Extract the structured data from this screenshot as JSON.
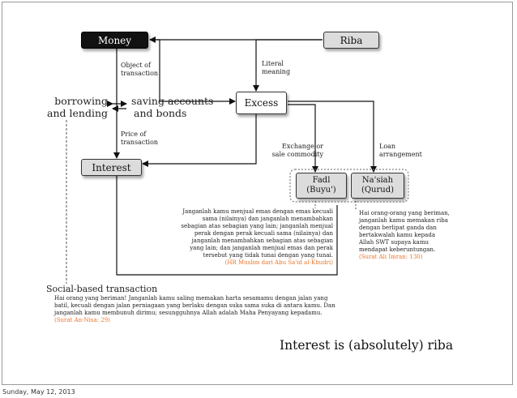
{
  "nodes": {
    "money": "Money",
    "riba": "Riba",
    "excess": "Excess",
    "interest": "Interest",
    "fadl_line1": "Fadl",
    "fadl_line2": "(Buyu')",
    "nasiah_line1": "Na'siah",
    "nasiah_line2": "(Qurud)"
  },
  "labels": {
    "object_line1": "Object of",
    "object_line2": "transaction",
    "literal_line1": "Literal",
    "literal_line2": "meaning",
    "price_line1": "Price of",
    "price_line2": "transaction",
    "exchange_line1": "Exchange or",
    "exchange_line2": "sale commodity",
    "loan_line1": "Loan",
    "loan_line2": "arrangement",
    "borrowing_line1": "borrowing",
    "borrowing_line2": "and lending",
    "saving_line1": "saving accounts",
    "saving_line2": "and bonds",
    "social": "Social-based transaction"
  },
  "quotes": {
    "fadl": {
      "lines": [
        "Janganlah kamu menjual emas dengan emas kecuali",
        "sama (nilainya) dan janganlah menambahkan",
        "sebagian atas sebagian yang lain; janganlah menjual",
        "perak dengan perak kecuali sama (nilainya) dan",
        "janganlah menambahkan sebagian atas sebagian",
        "yang lain; dan janganlah menjual emas dan perak",
        "tersebut yang tidak tunai dengan yang tunai."
      ],
      "source": "(HR Muslim dari Abu Sa'id al-Khudri)"
    },
    "nasiah": {
      "lines": [
        "Hai orang-orang yang beriman,",
        "janganlah kamu memakan riba",
        "dengan berlipat ganda dan",
        "bertakwalah kamu kepada",
        "Allah SWT supaya kamu",
        "mendapat keberuntungan."
      ],
      "source": "(Surat Ali Imran: 130)"
    },
    "social": {
      "lines": [
        "Hai orang yang beriman! Janganlah kamu saling memakan harta sesamamu dengan jalan yang",
        "batil, kecuali dengan jalan perniagaan yang berlaku dengan suka sama suka di antara kamu. Dan",
        "janganlah kamu membunuh dirimu; sesungguhnya Allah adalah Maha Penyayang kepadamu."
      ],
      "source": "(Surat An-Nisa: 29)"
    }
  },
  "conclusion": "Interest is (absolutely) riba",
  "footer_date": "Sunday, May 12, 2013",
  "colors": {
    "money_fill": "#111111",
    "box_fill": "#dcdcdc",
    "source_text": "#e8742a"
  }
}
